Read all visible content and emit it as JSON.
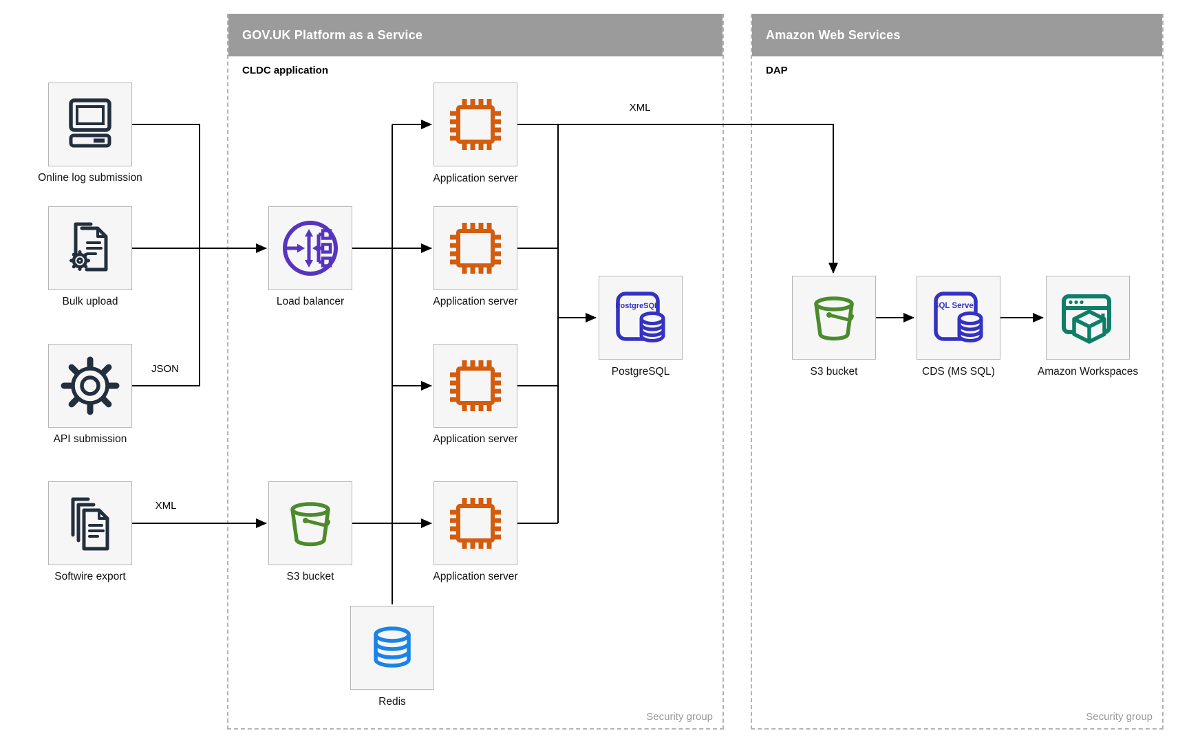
{
  "panels": {
    "govuk": {
      "title": "GOV.UK Platform as a Service",
      "sublabel": "CLDC application",
      "footer": "Security group"
    },
    "aws": {
      "title": "Amazon Web Services",
      "sublabel": "DAP",
      "footer": "Security group"
    }
  },
  "nodes": {
    "online_log": {
      "label": "Online log submission"
    },
    "bulk_upload": {
      "label": "Bulk upload"
    },
    "api_submission": {
      "label": "API submission"
    },
    "softwire_export": {
      "label": "Softwire export"
    },
    "load_balancer": {
      "label": "Load balancer"
    },
    "s3_paas": {
      "label": "S3 bucket"
    },
    "app_server_1": {
      "label": "Application server"
    },
    "app_server_2": {
      "label": "Application server"
    },
    "app_server_3": {
      "label": "Application server"
    },
    "app_server_4": {
      "label": "Application server"
    },
    "postgresql": {
      "label": "PostgreSQL",
      "icon_text": "PostgreSQL"
    },
    "redis": {
      "label": "Redis"
    },
    "s3_aws": {
      "label": "S3 bucket"
    },
    "cds": {
      "label": "CDS (MS SQL)",
      "icon_text": "SQL Server"
    },
    "workspaces": {
      "label": "Amazon Workspaces"
    }
  },
  "edge_labels": {
    "json": "JSON",
    "xml_softwire": "XML",
    "xml_top": "XML"
  },
  "colors": {
    "navy": "#232f3e",
    "orange": "#d45c0d",
    "purple": "#5634c1",
    "indigo": "#3431c4",
    "green": "#4b8b2c",
    "blue": "#1a83e8",
    "teal": "#0e7e68",
    "header_bg": "#9b9b9b",
    "panel_border": "#b3b3b3",
    "node_border": "#b5b5b5",
    "node_bg": "#f6f6f6",
    "footer_text": "#999999",
    "wire": "#000000"
  }
}
